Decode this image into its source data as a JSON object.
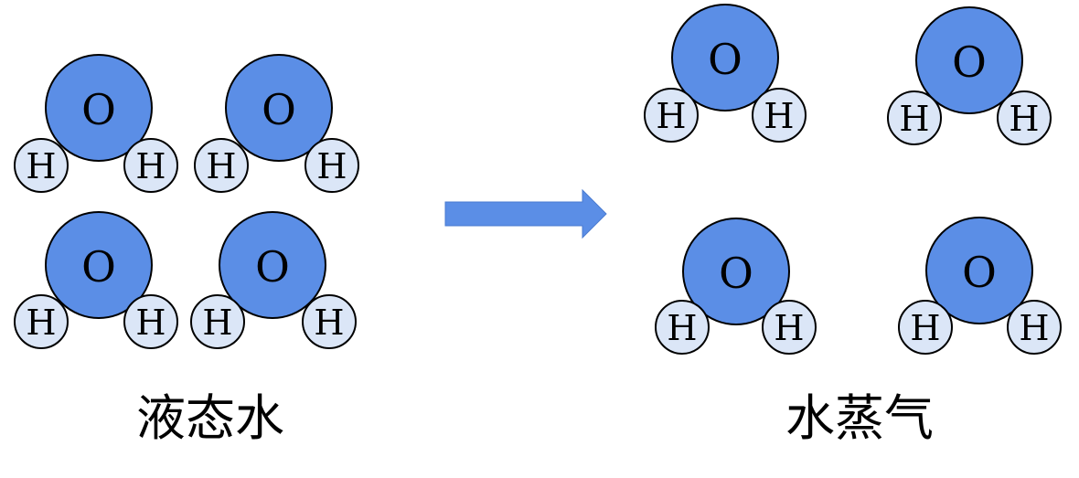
{
  "atoms": {
    "oxygen_symbol": "O",
    "hydrogen_symbol": "H"
  },
  "captions": {
    "liquid": "液态水",
    "vapor": "水蒸气"
  },
  "colors": {
    "oxygen_fill": "#5b8ee6",
    "hydrogen_fill": "#dbe6f7",
    "arrow_fill": "#5b8ee6",
    "stroke": "#000000"
  }
}
